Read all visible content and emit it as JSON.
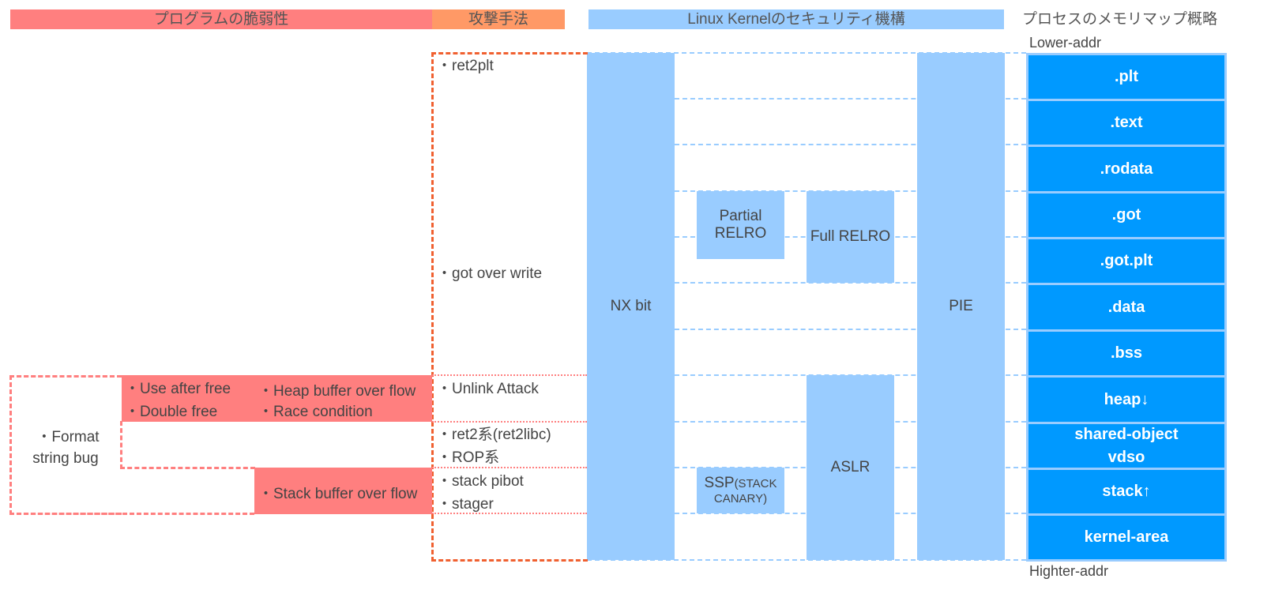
{
  "headers": {
    "vulnerabilities": "プログラムの脆弱性",
    "attacks": "攻撃手法",
    "kernel_security": "Linux Kernelのセキュリティ機構",
    "memory_map": "プロセスのメモリマップ概略"
  },
  "address_labels": {
    "lower": "Lower-addr",
    "higher": "Highter-addr"
  },
  "vulnerabilities": {
    "format_string": [
      "・Format",
      "string bug"
    ],
    "use_after_free": "・Use after free",
    "double_free": "・Double free",
    "heap_overflow": "・Heap buffer over flow",
    "race_condition": "・Race condition",
    "stack_overflow": "・Stack buffer over flow"
  },
  "attacks": {
    "ret2plt": "・ret2plt",
    "got_overwrite": "・got over write",
    "unlink": "・Unlink Attack",
    "ret2libc": "・ret2系(ret2libc)",
    "rop": "・ROP系",
    "stack_pivot": "・stack pibot",
    "stager": "・stager"
  },
  "mechanisms": {
    "nx": "NX bit",
    "pie": "PIE",
    "partial_relro": [
      "Partial",
      "RELRO"
    ],
    "full_relro": "Full RELRO",
    "aslr": "ASLR",
    "ssp": [
      "SSP",
      "(STACK",
      "CANARY)"
    ]
  },
  "memory_segments": [
    ".plt",
    ".text",
    ".rodata",
    ".got",
    ".got.plt",
    ".data",
    ".bss",
    "heap↓",
    "shared-object",
    "vdso",
    "stack↑",
    "kernel-area"
  ],
  "colors": {
    "vuln_red": "#FF7F7F",
    "attack_orange": "#FF9966",
    "attack_dash": "#F06030",
    "kernel_blue": "#99CCFF",
    "memory_blue": "#0099FF"
  }
}
